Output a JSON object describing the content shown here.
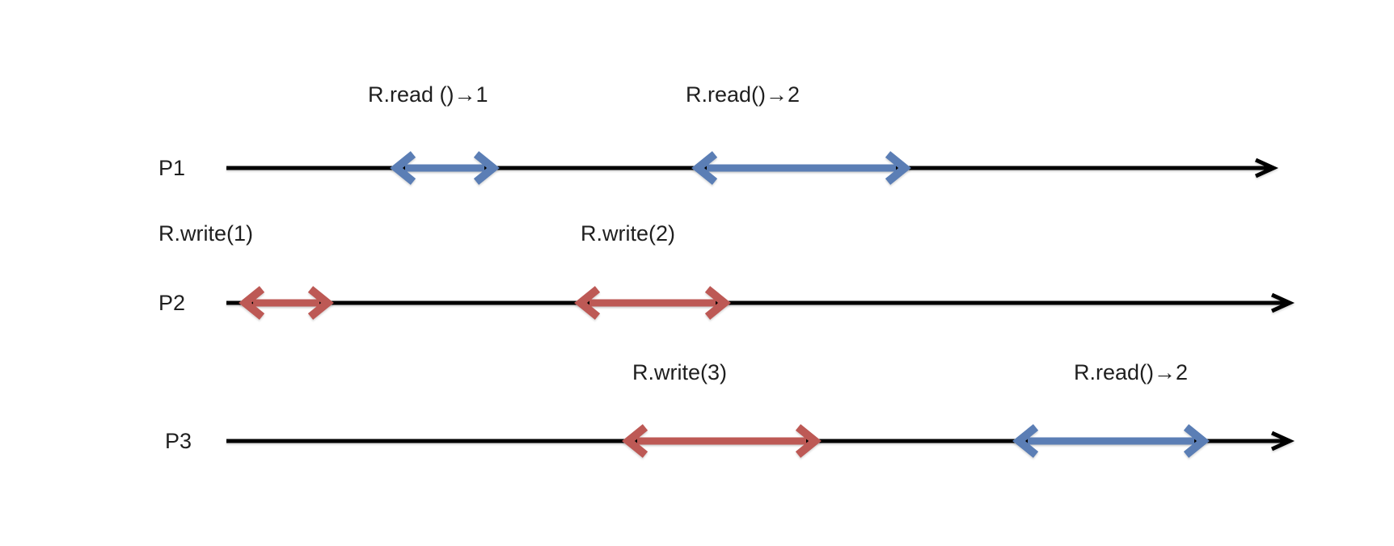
{
  "background": "#ffffff",
  "colors": {
    "read_arrow": "#5b7eb5",
    "write_arrow": "#bd5955",
    "timeline": "#000000",
    "label_text": "#1f1f1f"
  },
  "processes": [
    {
      "name": "P1",
      "operations": [
        {
          "label": "R.read ()→1",
          "kind": "read"
        },
        {
          "label": "R.read()→2",
          "kind": "read"
        }
      ]
    },
    {
      "name": "P2",
      "operations": [
        {
          "label": "R.write(1)",
          "kind": "write"
        },
        {
          "label": "R.write(2)",
          "kind": "write"
        }
      ]
    },
    {
      "name": "P3",
      "operations": [
        {
          "label": "R.write(3)",
          "kind": "write"
        },
        {
          "label": "R.read()→2",
          "kind": "read"
        }
      ]
    }
  ]
}
